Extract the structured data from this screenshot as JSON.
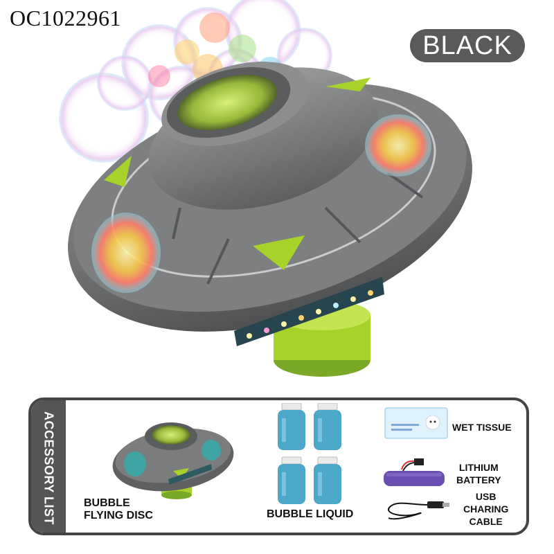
{
  "product": {
    "code": "OC1022961",
    "color_badge": "BLACK"
  },
  "accessory_list": {
    "title": "ACCESSORY LIST",
    "items": [
      {
        "label_line1": "BUBBLE",
        "label_line2": "FLYING DISC"
      },
      {
        "label": "BUBBLE LIQUID"
      },
      {
        "label": "WET TISSUE"
      },
      {
        "label_line1": "LITHIUM",
        "label_line2": "BATTERY"
      },
      {
        "label_line1": "USB",
        "label_line2": "CHARING",
        "label_line3": "CABLE"
      }
    ]
  },
  "colors": {
    "disc": "#6f7173",
    "accent_green": "#a6d22a",
    "badge": "#5a5a5a",
    "bottle": "#4ca8c8"
  },
  "icons": [
    "ufo-bubble-disc",
    "bubble-cloud",
    "led-light",
    "bottle-icon",
    "tissue-pack-icon",
    "battery-icon",
    "usb-cable-icon"
  ]
}
